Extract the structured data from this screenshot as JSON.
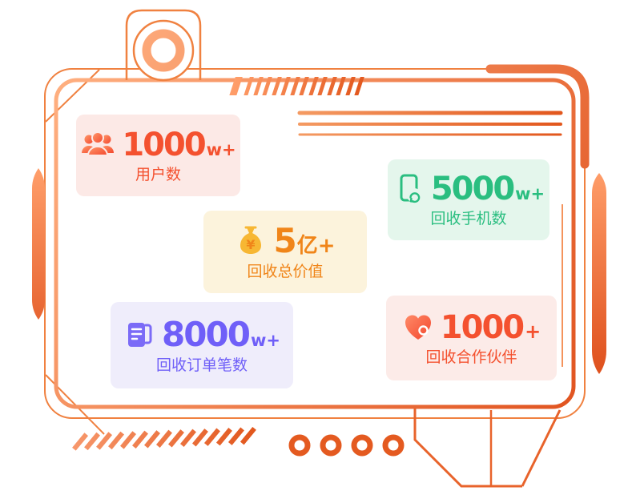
{
  "theme": {
    "background": "#FFFFFF",
    "frame_gradient_start": "#FFB081",
    "frame_gradient_end": "#E0521E",
    "frame_accent": "#E8632B"
  },
  "stats": [
    {
      "icon": "users-icon",
      "value": "1000",
      "suffix": "w+",
      "label": "用户数",
      "accent": "#F4512F",
      "background": "#FCE9E6"
    },
    {
      "icon": "phone-recycle-icon",
      "value": "5000",
      "suffix": "w+",
      "label": "回收手机数",
      "accent": "#2ABE80",
      "background": "#E4F6EC"
    },
    {
      "icon": "money-bag-icon",
      "value": "5",
      "suffix": "亿+",
      "label": "回收总价值",
      "accent": "#F08519",
      "background": "#FCF3DC"
    },
    {
      "icon": "order-doc-icon",
      "value": "8000",
      "suffix": "w+",
      "label": "回收订单笔数",
      "accent": "#6F5FF8",
      "background": "#EFEDFB"
    },
    {
      "icon": "heart-care-icon",
      "value": "1000",
      "suffix": "+",
      "label": "回收合作伙伴",
      "accent": "#F4512F",
      "background": "#FCEBE8"
    }
  ]
}
